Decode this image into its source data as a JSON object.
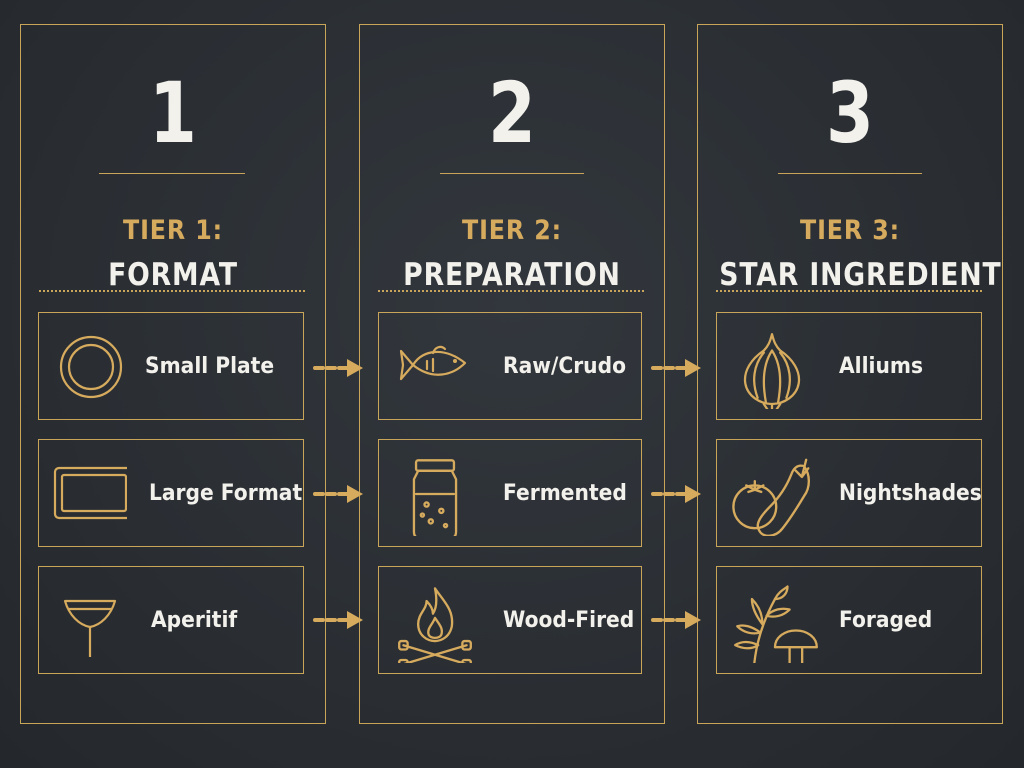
{
  "colors": {
    "accent": "#c9a55a",
    "accent_text": "#d7ab5e",
    "text": "#f3f1ec",
    "background": "#2a2e33"
  },
  "tiers": [
    {
      "number": "1",
      "label": "TIER 1:",
      "title": "FORMAT",
      "items": [
        {
          "label": "Small Plate",
          "icon": "plate-icon"
        },
        {
          "label": "Large Format",
          "icon": "tray-icon"
        },
        {
          "label": "Aperitif",
          "icon": "cocktail-glass-icon"
        }
      ]
    },
    {
      "number": "2",
      "label": "TIER 2:",
      "title": "PREPARATION",
      "items": [
        {
          "label": "Raw/Crudo",
          "icon": "fish-icon"
        },
        {
          "label": "Fermented",
          "icon": "jar-icon"
        },
        {
          "label": "Wood-Fired",
          "icon": "campfire-icon"
        }
      ]
    },
    {
      "number": "3",
      "label": "TIER 3:",
      "title": "STAR INGREDIENT",
      "items": [
        {
          "label": "Alliums",
          "icon": "garlic-icon"
        },
        {
          "label": "Nightshades",
          "icon": "tomato-eggplant-icon"
        },
        {
          "label": "Foraged",
          "icon": "herb-mushroom-icon"
        }
      ]
    }
  ]
}
